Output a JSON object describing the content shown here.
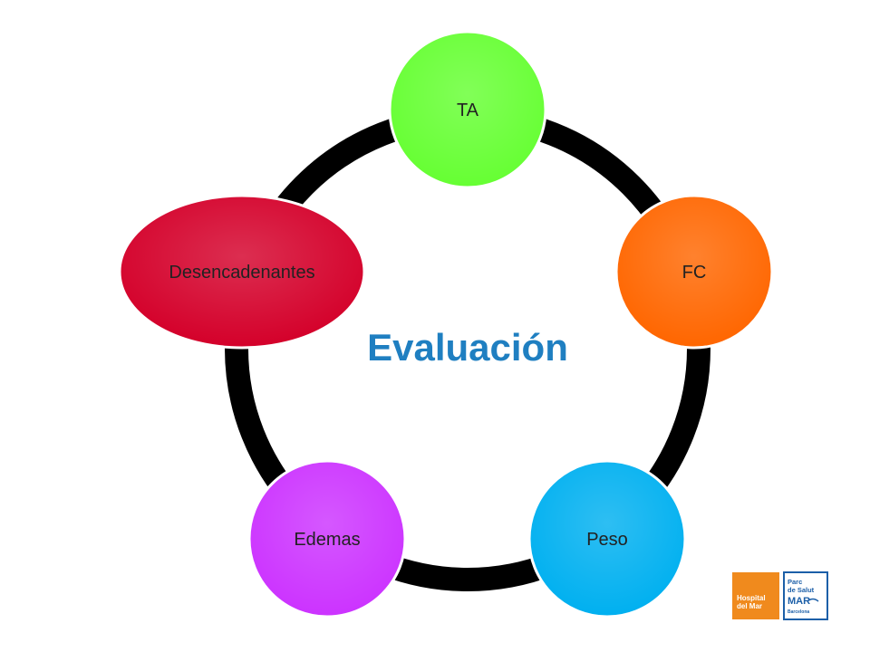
{
  "diagram": {
    "center_title": "Evaluación",
    "center_color": "#1F7FC1",
    "ring_color": "#000000",
    "nodes": [
      {
        "label": "TA",
        "color": "#66FF33"
      },
      {
        "label": "FC",
        "color": "#FF6600"
      },
      {
        "label": "Peso",
        "color": "#00B0F0"
      },
      {
        "label": "Edemas",
        "color": "#CC33FF"
      },
      {
        "label": "Desencadenantes",
        "color": "#D4002A"
      }
    ]
  },
  "logos": {
    "hospital": {
      "line1": "Hospital",
      "line2": "del Mar",
      "color": "#F08A1D"
    },
    "parc": {
      "line1": "Parc",
      "line2": "de Salut",
      "line3": "MAR",
      "line4": "Barcelona",
      "color": "#1C5FA8"
    }
  }
}
